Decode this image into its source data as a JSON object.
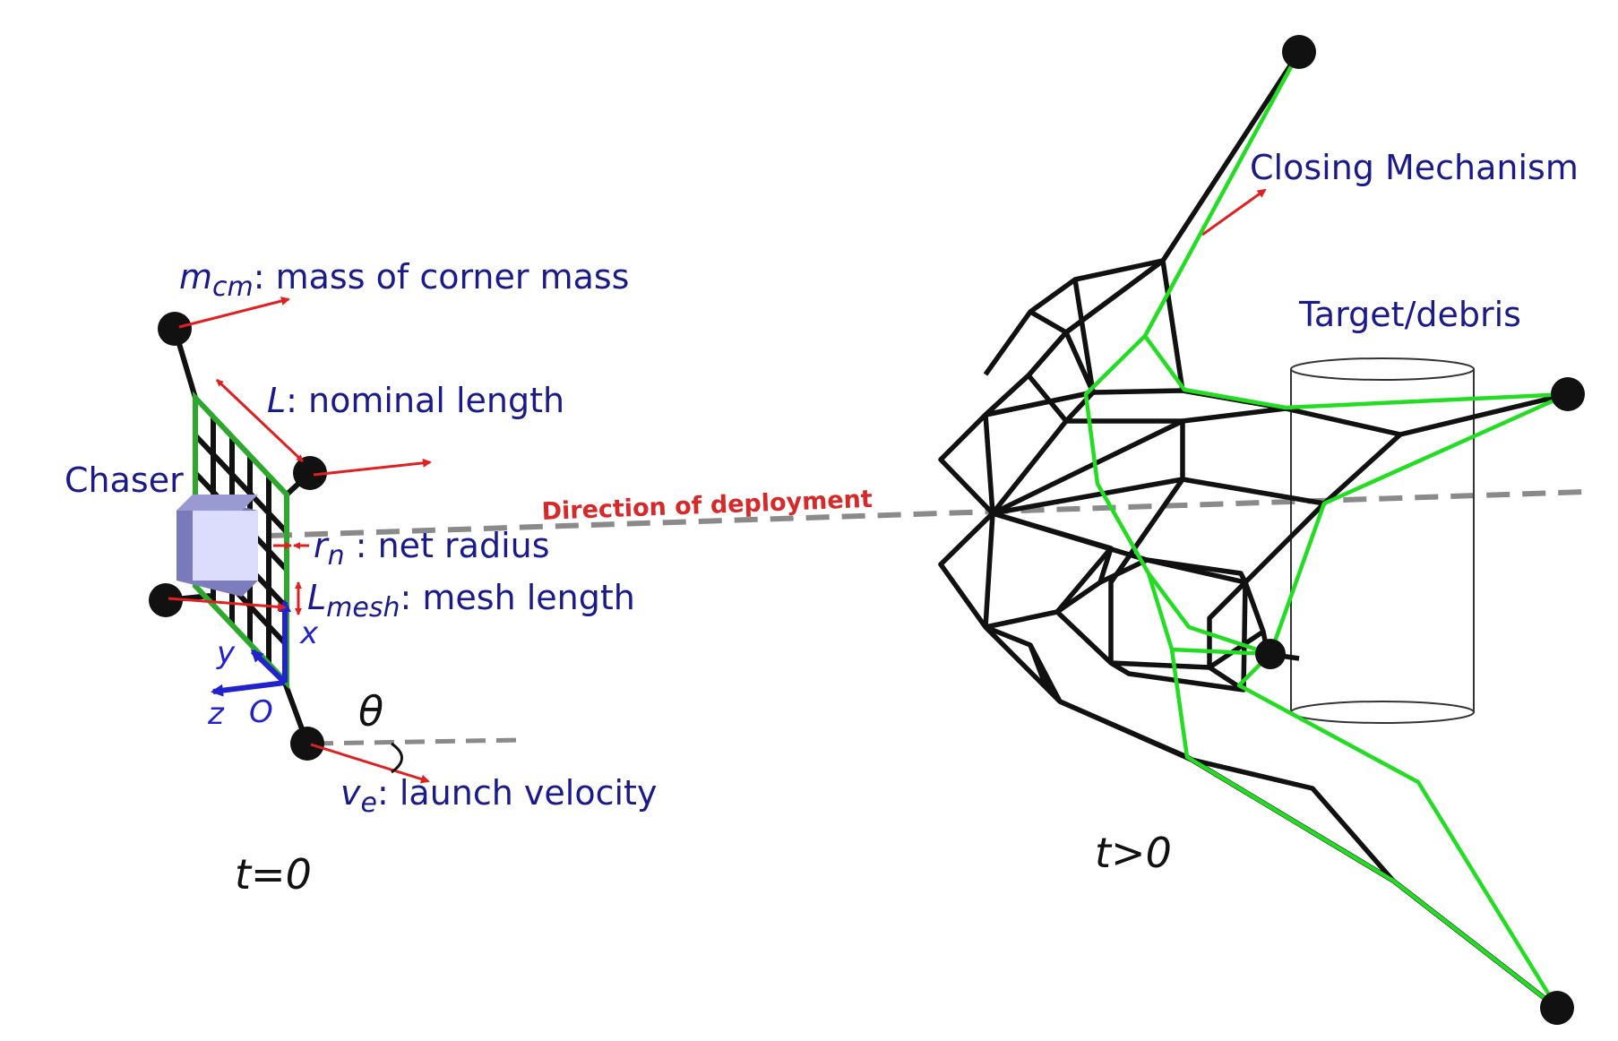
{
  "labels": {
    "corner_mass_symbol": "m",
    "corner_mass_sub": "cm",
    "corner_mass_desc": ": mass of corner mass",
    "nominal_length_symbol": "L",
    "nominal_length_desc": ": nominal length",
    "chaser": "Chaser",
    "net_radius_symbol": "r",
    "net_radius_sub": "n",
    "net_radius_desc": " : net radius",
    "mesh_length_symbol": "L",
    "mesh_length_sub": "mesh",
    "mesh_length_desc": ": mesh length",
    "launch_velocity_symbol": "v",
    "launch_velocity_sub": "e",
    "launch_velocity_desc": ": launch velocity",
    "angle_symbol": "θ",
    "axis_x": "x",
    "axis_y": "y",
    "axis_z": "z",
    "origin": "O",
    "direction": "Direction of deployment",
    "closing_mechanism": "Closing Mechanism",
    "target": "Target/debris",
    "time_initial": "t=0",
    "time_later": "t>0"
  },
  "colors": {
    "label": "#1a1a8a",
    "arrow": "#e02020",
    "mesh": "#111111",
    "closing": "#22dd22",
    "axis": "#2222cc",
    "dashed": "#8a8a8a",
    "chaser_front": "#d9d9fb",
    "chaser_side": "#7d7dbd"
  }
}
